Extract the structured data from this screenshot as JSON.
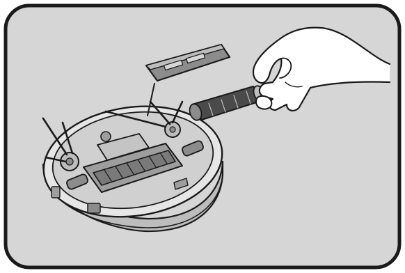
{
  "figure": {
    "panel_fill": "#d6d6d6",
    "line_color": "#1a1a1a",
    "shade_light": "#e6e6e6",
    "shade_mid": "#bdbdbd",
    "shade_dark": "#8c8c8c",
    "panel_icon": "rounded-frame",
    "robot_icon": "robot-vacuum-upside-down",
    "cover_icon": "brush-cover-plate",
    "brush_icon": "roller-brush",
    "hand_icon": "hand"
  }
}
